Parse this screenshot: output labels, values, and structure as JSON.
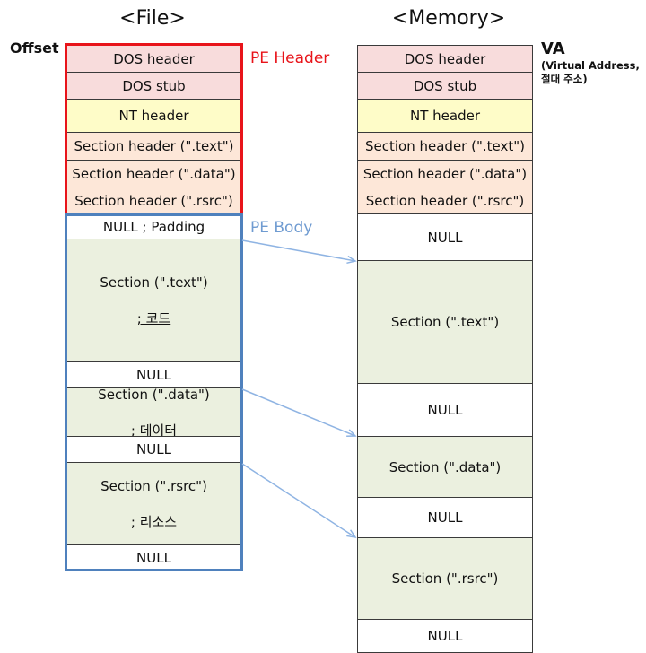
{
  "file": {
    "title": "<File>",
    "offset_label": "Offset",
    "pe_header_label": "PE Header",
    "pe_body_label": "PE Body",
    "cells": [
      {
        "line1": "DOS header",
        "line2": ""
      },
      {
        "line1": "DOS stub",
        "line2": ""
      },
      {
        "line1": "NT header",
        "line2": ""
      },
      {
        "line1": "Section header (\".text\")",
        "line2": ""
      },
      {
        "line1": "Section header (\".data\")",
        "line2": ""
      },
      {
        "line1": "Section header (\".rsrc\")",
        "line2": ""
      },
      {
        "line1": "NULL ; Padding",
        "line2": ""
      },
      {
        "line1": "Section (\".text\")",
        "line2": "; 코드"
      },
      {
        "line1": "NULL",
        "line2": ""
      },
      {
        "line1": "Section (\".data\")",
        "line2": "; 데이터"
      },
      {
        "line1": "NULL",
        "line2": ""
      },
      {
        "line1": "Section (\".rsrc\")",
        "line2": "; 리소스"
      },
      {
        "line1": "NULL",
        "line2": ""
      }
    ]
  },
  "memory": {
    "title": "<Memory>",
    "va_label": "VA",
    "va_sub_line1": "(Virtual Address,",
    "va_sub_line2": "절대 주소)",
    "cells": [
      "DOS header",
      "DOS stub",
      "NT header",
      "Section header (\".text\")",
      "Section header (\".data\")",
      "Section header (\".rsrc\")",
      "NULL",
      "Section (\".text\")",
      "NULL",
      "Section (\".data\")",
      "NULL",
      "Section (\".rsrc\")",
      "NULL"
    ]
  },
  "colors": {
    "pe_header_border": "#e8141a",
    "pe_body_border": "#4f81bd",
    "pe_body_text": "#6f9bd1",
    "arrow": "#8fb4e3"
  }
}
